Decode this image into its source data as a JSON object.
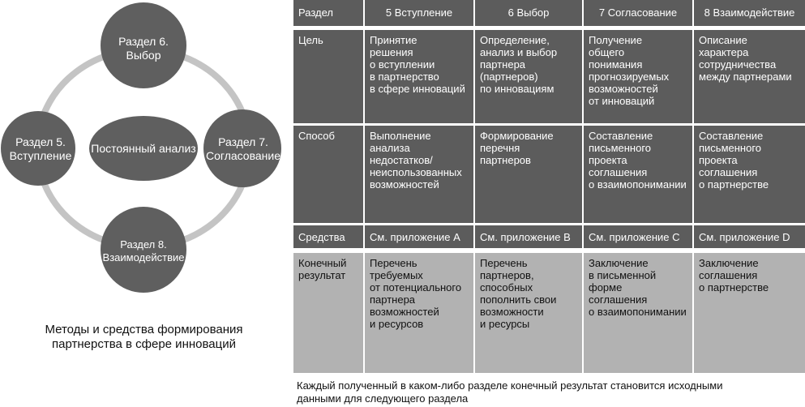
{
  "diagram": {
    "nodes": {
      "top": [
        "Раздел 6.",
        "Выбор"
      ],
      "left": [
        "Раздел 5.",
        "Вступление"
      ],
      "right": [
        "Раздел 7.",
        "Согласование"
      ],
      "bottom": [
        "Раздел 8.",
        "Взаимодействие"
      ],
      "center": "Постоянный анализ"
    },
    "caption": "Методы и средства формирования\nпартнерства в сфере инноваций",
    "colors": {
      "node": "#5f5f5f",
      "ring": "#c4c4c4"
    }
  },
  "table": {
    "header": [
      "Раздел",
      "5 Вступление",
      "6 Выбор",
      "7 Согласование",
      "8 Взаимодействие"
    ],
    "rows": [
      [
        "Цель",
        "Принятие\nрешения\nо вступлении\nв партнерство\nв сфере инноваций",
        "Определение,\nанализ и выбор\nпартнера\n(партнеров)\nпо инновациям",
        "Получение\nобщего\nпонимания\nпрогнозируемых\nвозможностей\nот инноваций",
        "Описание\nхарактера\nсотрудничества\nмежду партнерами"
      ],
      [
        "Способ",
        "Выполнение\nанализа\nнедостатков/\nнеиспользованных\nвозможностей",
        "Формирование\nперечня\nпартнеров",
        "Составление\nписьменного\nпроекта\nсоглашения\nо взаимопонимании",
        "Составление\nписьменного\nпроекта\nсоглашения\nо партнерстве"
      ],
      [
        "Средства",
        "См. приложение A",
        "См. приложение B",
        "См. приложение C",
        "См. приложение D"
      ],
      [
        "Конечный\nрезультат",
        "Перечень\nтребуемых\nот потенциального\nпартнера\nвозможностей\nи ресурсов",
        "Перечень\nпартнеров,\nспособных\nпополнить свои\nвозможности\nи ресурсы",
        "Заключение\nв письменной\nформе\nсоглашения\nо взаимопонимании",
        "Заключение\nсоглашения\nо партнерстве"
      ]
    ],
    "footer": "Каждый полученный в каком-либо разделе конечный результат становится исходными\nданными для следующего раздела",
    "colors": {
      "dark": "#5c5c5c",
      "light": "#b2b2b2"
    }
  }
}
